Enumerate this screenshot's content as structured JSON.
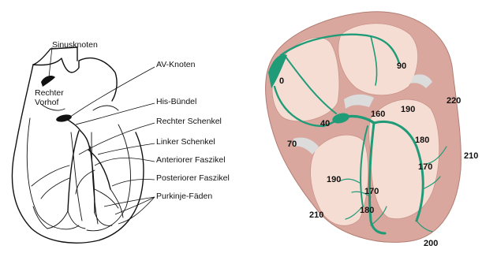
{
  "left_panel": {
    "labels": {
      "sinusknoten": "Sinusknoten",
      "rechter_vorhof_1": "Rechter",
      "rechter_vorhof_2": "Vorhof",
      "av_knoten": "AV-Knoten",
      "his_buendel": "His-Bündel",
      "rechter_schenkel": "Rechter Schenkel",
      "linker_schenkel": "Linker Schenkel",
      "anteriorer_faszikel": "Anteriorer Faszikel",
      "posteriorer_faszikel": "Posteriorer Faszikel",
      "purkinje_faeden": "Purkinje-Fäden"
    }
  },
  "right_panel": {
    "colors": {
      "outer_wall": "#d9a79e",
      "inner_chamber": "#f6ddd3",
      "septum_gap": "#dcdcdc",
      "conduction": "#1f9b78"
    },
    "times": [
      "0",
      "90",
      "220",
      "190",
      "160",
      "40",
      "180",
      "210",
      "70",
      "170",
      "190",
      "170",
      "180",
      "210",
      "200"
    ]
  }
}
